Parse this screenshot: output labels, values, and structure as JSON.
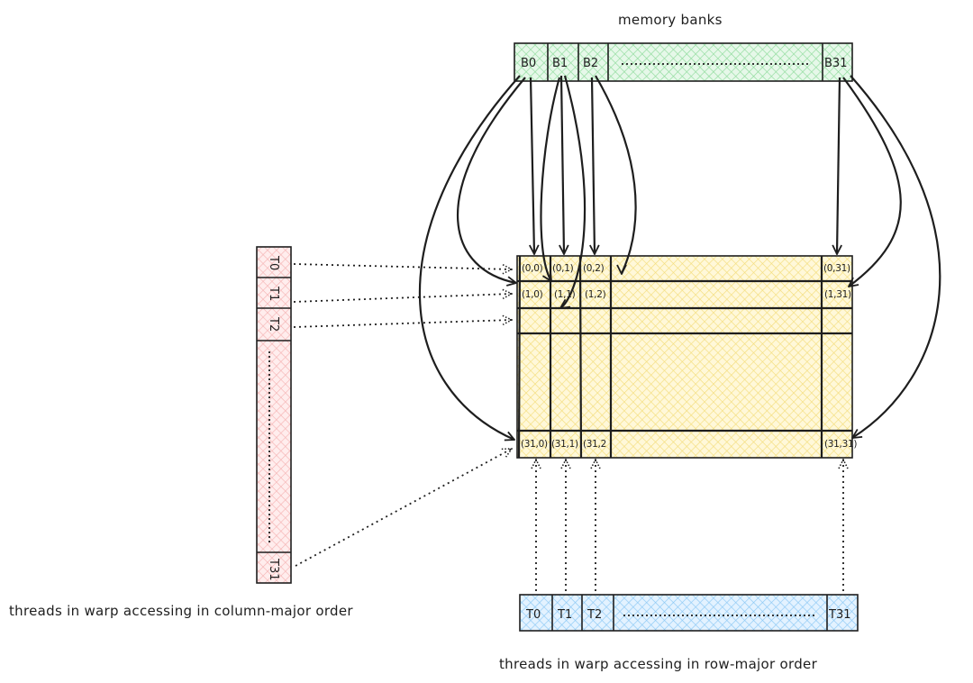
{
  "labels": {
    "memory_banks": "memory banks",
    "column_major": "threads in warp accessing in column-major order",
    "row_major": "threads in warp accessing in row-major order"
  },
  "banks": [
    "B0",
    "B1",
    "B2",
    "B31"
  ],
  "row_threads": [
    "T0",
    "T1",
    "T2",
    "T31"
  ],
  "column_threads": [
    "T0",
    "T1",
    "T2",
    "T31"
  ],
  "cells": {
    "row0": [
      "(0,0)",
      "(0,1)",
      "(0,2)",
      "(0,31)"
    ],
    "row1": [
      "(1,0)",
      "(1,1)",
      "(1,2)",
      "(1,31)"
    ],
    "row31": [
      "(31,0)",
      "(31,1)",
      "(31,2",
      "(31,31)"
    ]
  },
  "colors": {
    "banks_fill": "#b2f2bb",
    "matrix_fill": "#ffec99",
    "row_threads_fill": "#a5d8ff",
    "column_threads_fill": "#ffc9c9",
    "stroke": "#1e1e1e"
  }
}
